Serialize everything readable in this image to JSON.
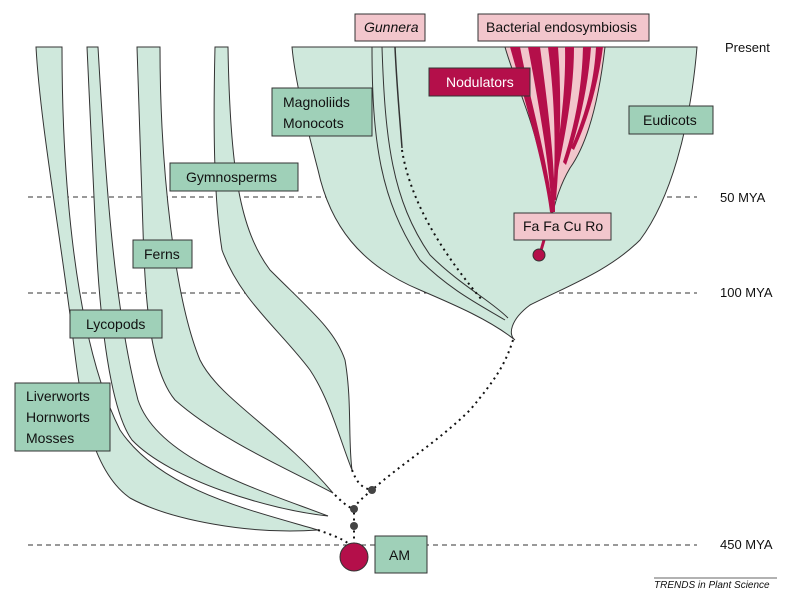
{
  "colors": {
    "lineage_fill": "#cfe8dc",
    "label_box": "#9fd0b8",
    "nodulator_fill": "#b40f4a",
    "symbiosis_fill": "#f2c6cc",
    "node": "#444444",
    "root_node": "#b40f4a"
  },
  "time_markers": {
    "present": "Present",
    "mya50": "50 MYA",
    "mya100": "100 MYA",
    "mya450": "450 MYA"
  },
  "groups": {
    "liverworts": "Liverworts",
    "hornworts": "Hornworts",
    "mosses": "Mosses",
    "lycopods": "Lycopods",
    "ferns": "Ferns",
    "gymnosperms": "Gymnosperms",
    "magnoliids": "Magnoliids",
    "monocots": "Monocots",
    "eudicots": "Eudicots",
    "gunnera": "Gunnera",
    "bacterial_endosymbiosis": "Bacterial endosymbiosis",
    "nodulators": "Nodulators",
    "fafacuro": "Fa Fa Cu Ro",
    "am": "AM"
  },
  "credit": "TRENDS in Plant Science"
}
